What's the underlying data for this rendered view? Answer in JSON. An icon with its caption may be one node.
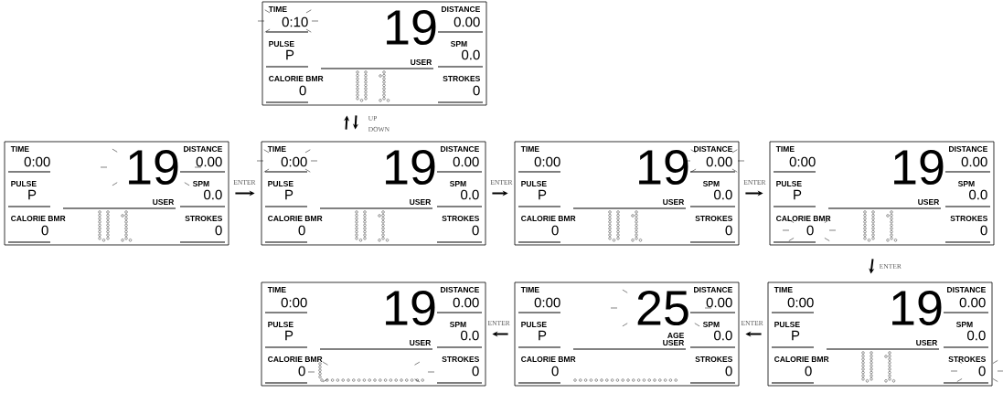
{
  "diagram": {
    "nodes": [
      {
        "text": [
          "TIME",
          "0:10",
          "DISTANCE",
          "0.00",
          "PULSE",
          "P",
          "SPM",
          "0.0",
          "USER",
          "CALORIE BMR",
          "0",
          "STROKES",
          "0",
          "19"
        ]
      },
      {
        "text": [
          "TIME",
          "0:00",
          "DISTANCE",
          "0.00",
          "PULSE",
          "P",
          "SPM",
          "0.0",
          "USER",
          "CALORIE BMR",
          "0",
          "STROKES",
          "0",
          "19"
        ]
      },
      {
        "text": [
          "TIME",
          "0:00",
          "DISTANCE",
          "0.00",
          "PULSE",
          "P",
          "SPM",
          "0.0",
          "USER",
          "CALORIE BMR",
          "0",
          "STROKES",
          "0",
          "19"
        ]
      },
      {
        "text": [
          "TIME",
          "0:00",
          "DISTANCE",
          "0.00",
          "PULSE",
          "P",
          "SPM",
          "0.0",
          "USER",
          "CALORIE BMR",
          "0",
          "STROKES",
          "0",
          "19"
        ]
      },
      {
        "text": [
          "TIME",
          "0:00",
          "DISTANCE",
          "0.00",
          "PULSE",
          "P",
          "SPM",
          "0.0",
          "USER",
          "CALORIE BMR",
          "0",
          "STROKES",
          "0",
          "19"
        ]
      },
      {
        "text": [
          "TIME",
          "0:00",
          "DISTANCE",
          "0.00",
          "PULSE",
          "P",
          "SPM",
          "0.0",
          "USER",
          "CALORIE BMR",
          "0",
          "STROKES",
          "0",
          "19"
        ]
      },
      {
        "text": [
          "TIME",
          "0:00",
          "DISTANCE",
          "0.00",
          "PULSE",
          "P",
          "SPM",
          "0.0",
          "AGE",
          "USER",
          "CALORIE BMR",
          "0",
          "STROKES",
          "0",
          "25"
        ]
      },
      {
        "text": [
          "TIME",
          "0:00",
          "DISTANCE",
          "0.00",
          "PULSE",
          "P",
          "SPM",
          "0.0",
          "USER",
          "CALORIE BMR",
          "0",
          "STROKES",
          "0",
          "19"
        ]
      }
    ],
    "edges": [
      {
        "from": 1,
        "to": 2,
        "arrow": "to",
        "label": "ENTER"
      },
      {
        "from": 2,
        "to": 0,
        "arrow": "to",
        "label": "UP"
      },
      {
        "from": 0,
        "to": 2,
        "arrow": "to",
        "label": "DOWN"
      },
      {
        "from": 2,
        "to": 3,
        "arrow": "to",
        "label": "ENTER"
      },
      {
        "from": 3,
        "to": 4,
        "arrow": "to",
        "label": "ENTER"
      },
      {
        "from": 4,
        "to": 7,
        "arrow": "to",
        "label": "ENTER"
      },
      {
        "from": 7,
        "to": 6,
        "arrow": "to",
        "label": "ENTER"
      },
      {
        "from": 6,
        "to": 5,
        "arrow": "to",
        "label": "ENTER"
      }
    ]
  }
}
